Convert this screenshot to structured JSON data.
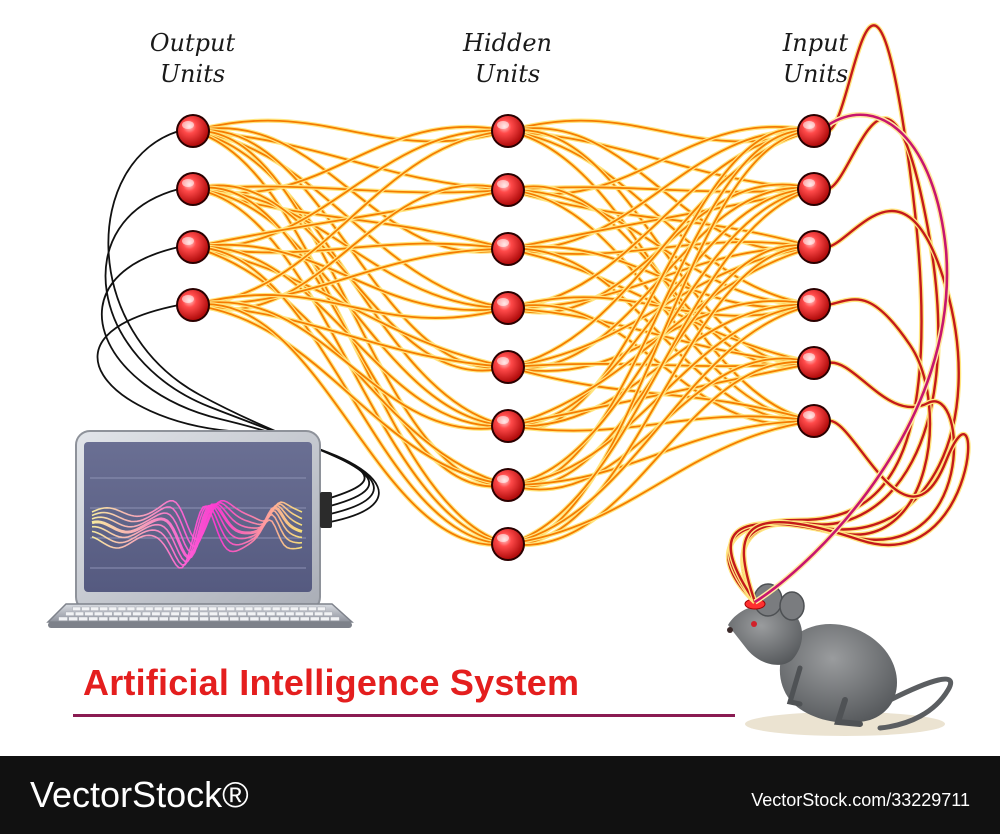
{
  "labels": {
    "output_line1": "Output",
    "output_line2": "Units",
    "hidden_line1": "Hidden",
    "hidden_line2": "Units",
    "input_line1": "Input",
    "input_line2": "Units"
  },
  "title": "Artificial Intelligence System",
  "footer": {
    "brand": "VectorStock®",
    "stock_id": "VectorStock.com/33229711"
  },
  "network": {
    "output_units": 4,
    "hidden_units": 8,
    "input_units": 6
  },
  "colors": {
    "title": "#e41e1e",
    "title_rule": "#8a1b52",
    "connection": "#f57c00",
    "connection_glow": "#ffe680",
    "node": "#e62020",
    "cable": "#111111",
    "sensor_wire": "#c41a1a",
    "footer_bg": "#111111"
  }
}
